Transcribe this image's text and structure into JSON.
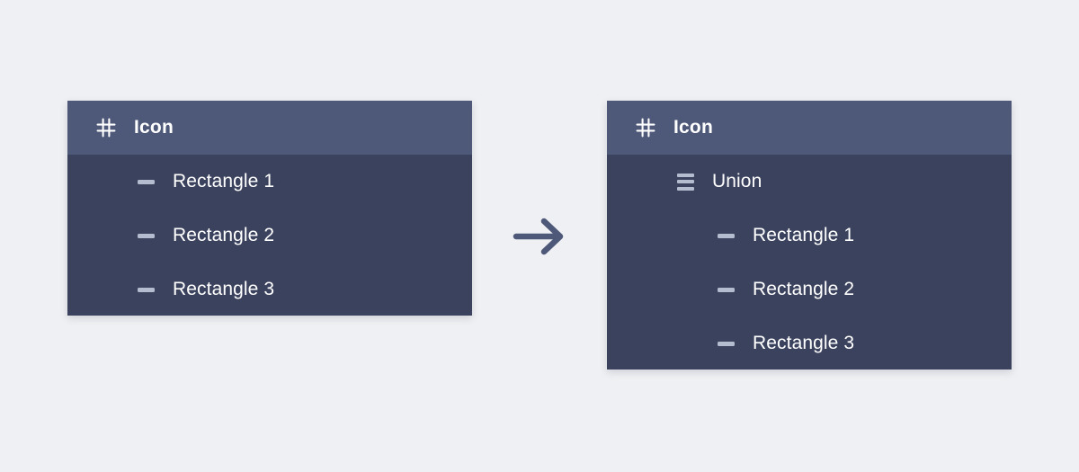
{
  "background_color": "#eff0f3",
  "theme": {
    "panel_body_color": "#3b425e",
    "panel_header_color": "#4e5878",
    "text_color": "#ffffff",
    "icon_color": "#b4bcd0",
    "arrow_color": "#4e5878"
  },
  "panels": {
    "before": {
      "header": {
        "icon": "hash-icon",
        "title": "Icon"
      },
      "rows": [
        {
          "icon": "rectangle-dash-icon",
          "label": "Rectangle 1",
          "depth": 1
        },
        {
          "icon": "rectangle-dash-icon",
          "label": "Rectangle 2",
          "depth": 1
        },
        {
          "icon": "rectangle-dash-icon",
          "label": "Rectangle 3",
          "depth": 1
        }
      ]
    },
    "after": {
      "header": {
        "icon": "hash-icon",
        "title": "Icon"
      },
      "rows": [
        {
          "icon": "union-icon",
          "label": "Union",
          "depth": 1
        },
        {
          "icon": "rectangle-dash-icon",
          "label": "Rectangle 1",
          "depth": 2
        },
        {
          "icon": "rectangle-dash-icon",
          "label": "Rectangle 2",
          "depth": 2
        },
        {
          "icon": "rectangle-dash-icon",
          "label": "Rectangle 3",
          "depth": 2
        }
      ]
    }
  },
  "transition": {
    "icon": "arrow-right-icon"
  }
}
